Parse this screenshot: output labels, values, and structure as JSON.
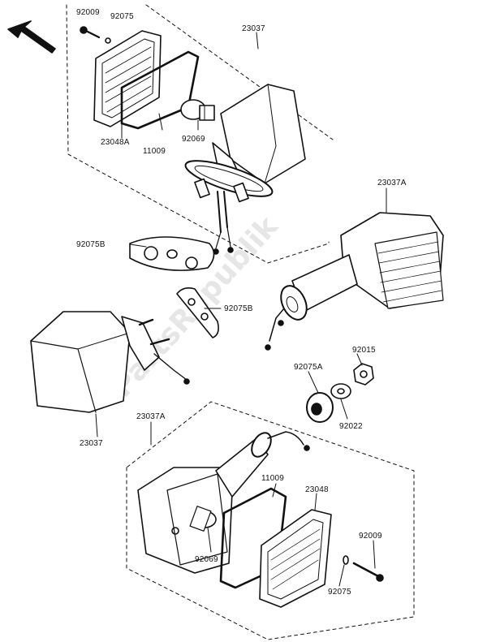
{
  "diagram": {
    "watermark": "PartsRepublik",
    "part_numbers": {
      "p1": "92009",
      "p2": "92075",
      "p3": "23037",
      "p4": "23048A",
      "p5": "11009",
      "p6": "92069",
      "p7": "23037A",
      "p8": "92075B",
      "p9": "92075B",
      "p10": "92015",
      "p11": "92075A",
      "p12": "92022",
      "p13": "23037",
      "p14": "23037A",
      "p15": "11009",
      "p16": "23048",
      "p17": "92009",
      "p18": "92069",
      "p19": "92075"
    }
  },
  "colors": {
    "ink": "#111111",
    "paper": "#ffffff",
    "watermark": "#e6e6e6"
  }
}
